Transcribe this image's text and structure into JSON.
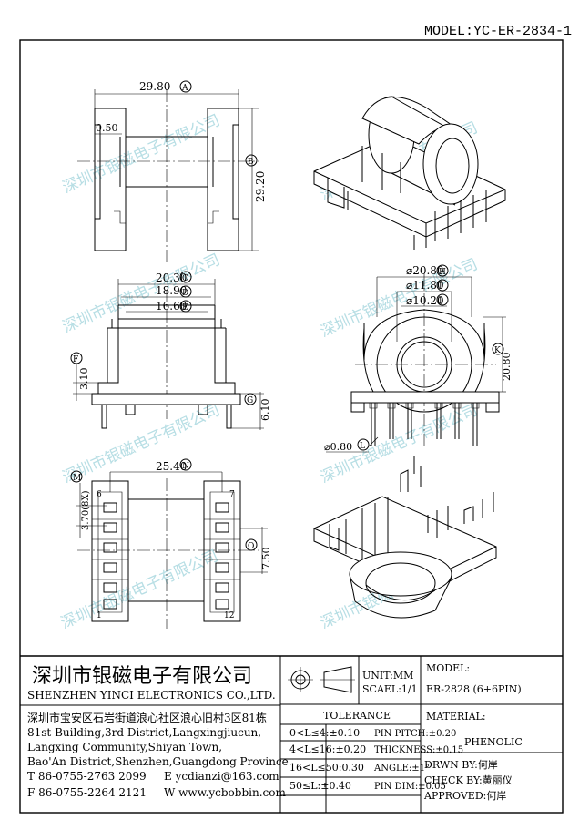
{
  "model_title": "MODEL:YC-ER-2834-1",
  "watermark": "深圳市银磁电子有限公司",
  "dimensions": {
    "A": {
      "letter": "A",
      "value": "29.80"
    },
    "B": {
      "letter": "B",
      "value": "29.20"
    },
    "C": {
      "letter": "C",
      "value": "20.30"
    },
    "D": {
      "letter": "D",
      "value": "18.90"
    },
    "E": {
      "letter": "E",
      "value": "16.60"
    },
    "F": {
      "letter": "F",
      "value": "3.10"
    },
    "G": {
      "letter": "G",
      "value": "6.10"
    },
    "H": {
      "letter": "H",
      "value": "⌀20.80"
    },
    "I": {
      "letter": "I",
      "value": "⌀11.80"
    },
    "J": {
      "letter": "I",
      "value": "⌀10.20"
    },
    "K": {
      "letter": "K",
      "value": "20.80"
    },
    "L": {
      "letter": "L",
      "value": "⌀0.80"
    },
    "M": {
      "letter": "M",
      "value": "3.70(8X)"
    },
    "N": {
      "letter": "N",
      "value": "25.40"
    },
    "O": {
      "letter": "O",
      "value": "7.50"
    },
    "wall": "0.50"
  },
  "pins": {
    "p6": "6",
    "p7": "7",
    "p1": "1",
    "p12": "12"
  },
  "company": {
    "name_cn": "深圳市银磁电子有限公司",
    "name_en": "SHENZHEN YINCI ELECTRONICS CO.,LTD.",
    "address_cn": "深圳市宝安区石岩街道浪心社区浪心旧村3区81栋",
    "address_en_1": "81st Building,3rd District,Langxingjiucun,",
    "address_en_2": "Langxing Community,Shiyan Town,",
    "address_en_3": "Bao'An District,Shenzhen,Guangdong Province",
    "tel": "T 86-0755-2763 2099",
    "email": "E ycdianzi@163.com",
    "fax": "F 86-0755-2264 2121",
    "web": "W www.ycbobbin.com"
  },
  "units": {
    "unit": "UNIT:MM",
    "scale": "SCAEL:1/1"
  },
  "model_label": "MODEL:",
  "model_value": "ER-2828 (6+6PIN)",
  "tolerance": {
    "title": "TOLERANCE",
    "rows": [
      {
        "left": "0<L≤4:±0.10",
        "right": "PIN PITCH:±0.20"
      },
      {
        "left": "4<L≤16:±0.20",
        "right": "THICKNESS:±0.15"
      },
      {
        "left": "16<L≤50:0.30",
        "right": "ANGLE:±1°"
      },
      {
        "left": "50≤L:±0.40",
        "right": "PIN DIM:±0.05"
      }
    ]
  },
  "material": {
    "label": "MATERIAL:",
    "value": "PHENOLIC"
  },
  "drawn_by": "DRWN BY:何岸",
  "check_by": "CHECK BY:黄丽仪",
  "approved": "APPROVED:何岸"
}
